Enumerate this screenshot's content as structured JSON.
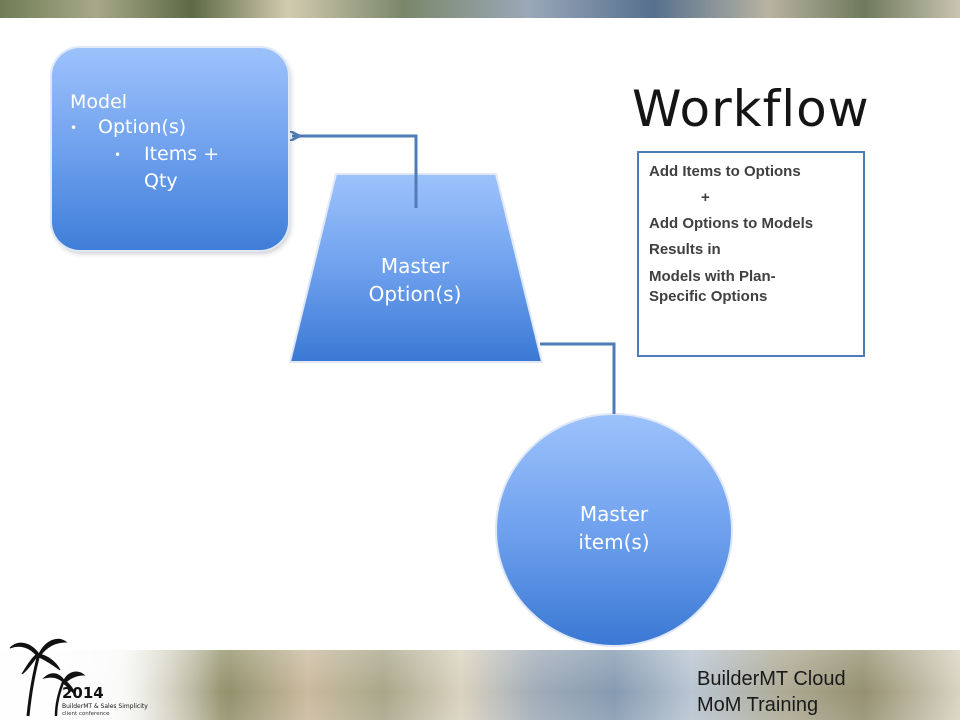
{
  "model_box": {
    "title": "Model",
    "level1": "Option(s)",
    "level2": "Items + Qty"
  },
  "master_option": {
    "label_line1": "Master",
    "label_line2": "Option(s)"
  },
  "master_item": {
    "label_line1": "Master",
    "label_line2": "item(s)"
  },
  "slide_title": "Workflow",
  "notes": {
    "line1": "Add Items to Options",
    "line2": "+",
    "line3": "Add Options to Models",
    "line4": "Results in",
    "line5": "Models with Plan-Specific Options"
  },
  "footer": {
    "line1": "BuilderMT Cloud",
    "line2": "MoM Training"
  },
  "logo": {
    "year": "2014",
    "line1": "BuilderMT & Sales Simplicity",
    "line2": "client conference"
  },
  "colors": {
    "shape_top": "#9dc2fb",
    "shape_bottom": "#3f7ed8",
    "connector": "#4f7cb6",
    "text": "#ffffff"
  }
}
